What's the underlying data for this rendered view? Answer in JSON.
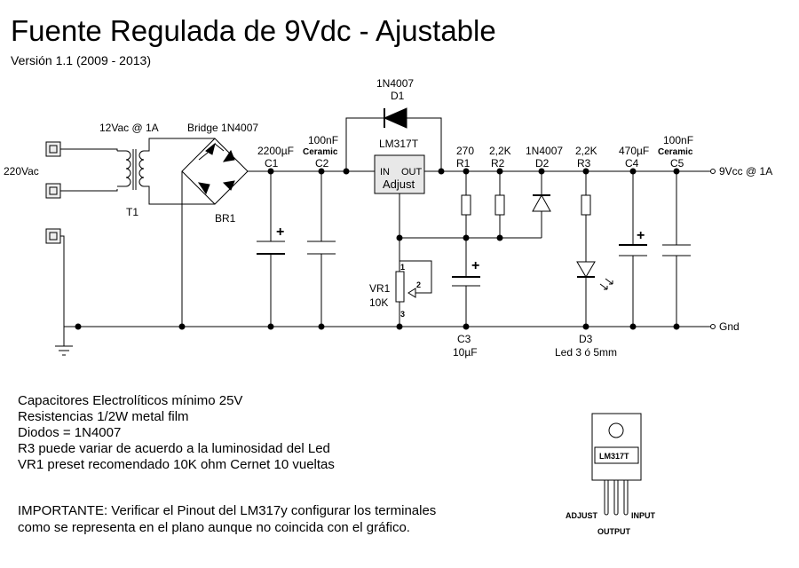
{
  "title": "Fuente Regulada de 9Vdc - Ajustable",
  "subtitle": "Versión 1.1 (2009 - 2013)",
  "schematic": {
    "input_label": "220Vac",
    "transformer": {
      "rating": "12Vac @ 1A",
      "ref": "T1"
    },
    "bridge": {
      "part": "Bridge 1N4007",
      "ref": "BR1"
    },
    "c1": {
      "value": "2200µF",
      "ref": "C1"
    },
    "c2": {
      "value": "100nF",
      "type": "Ceramic",
      "ref": "C2"
    },
    "regulator": {
      "part": "LM317T",
      "pin_in": "IN",
      "pin_out": "OUT",
      "pin_adj": "Adjust"
    },
    "d1": {
      "part": "1N4007",
      "ref": "D1"
    },
    "r1": {
      "value": "270",
      "ref": "R1"
    },
    "r2": {
      "value": "2,2K",
      "ref": "R2"
    },
    "d2": {
      "part": "1N4007",
      "ref": "D2"
    },
    "r3": {
      "value": "2,2K",
      "ref": "R3"
    },
    "c4": {
      "value": "470µF",
      "ref": "C4"
    },
    "c5": {
      "value": "100nF",
      "type": "Ceramic",
      "ref": "C5"
    },
    "output_label": "9Vcc @ 1A",
    "gnd_label": "Gnd",
    "vr1": {
      "ref": "VR1",
      "value": "10K",
      "pin1": "1",
      "pin2": "2",
      "pin3": "3"
    },
    "c3": {
      "ref": "C3",
      "value": "10µF"
    },
    "d3": {
      "ref": "D3",
      "desc": "Led 3 ó 5mm"
    },
    "polarity_plus": "+"
  },
  "notes": [
    "Capacitores Electrolíticos mínimo 25V",
    "Resistencias 1/2W metal film",
    "Diodos = 1N4007",
    "R3 puede variar de acuerdo a la luminosidad del Led",
    "VR1 preset recomendado 10K ohm Cernet 10 vueltas"
  ],
  "important": "IMPORTANTE: Verificar el Pinout del LM317y configurar los terminales como se representa en el plano aunque no coincida con el gráfico.",
  "pinout": {
    "part": "LM317T",
    "adjust": "ADJUST",
    "input": "INPUT",
    "output": "OUTPUT"
  }
}
